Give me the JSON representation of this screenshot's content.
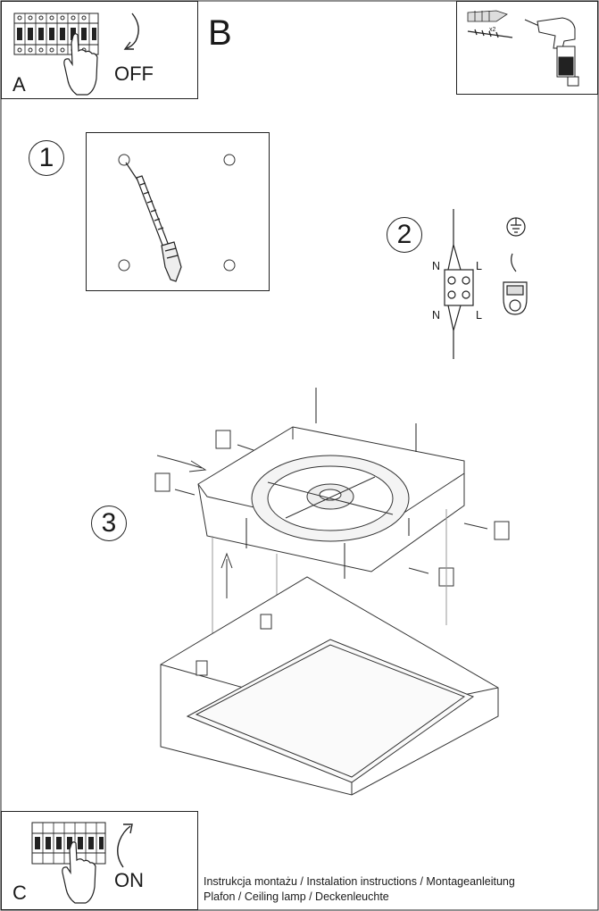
{
  "panels": {
    "a": {
      "letter": "A",
      "action": "OFF"
    },
    "b": {
      "letter": "B"
    },
    "c": {
      "letter": "C",
      "action": "ON"
    }
  },
  "tools": {
    "quantity": "x2"
  },
  "steps": {
    "one": "1",
    "two": "2",
    "three": "3"
  },
  "wiring": {
    "top_left": "N",
    "top_right": "L",
    "bottom_left": "N",
    "bottom_right": "L"
  },
  "footer": {
    "line1": "Instrukcja montażu / Instalation instructions / Montageanleitung",
    "line2": "Plafon / Ceiling lamp / Deckenleuchte"
  }
}
